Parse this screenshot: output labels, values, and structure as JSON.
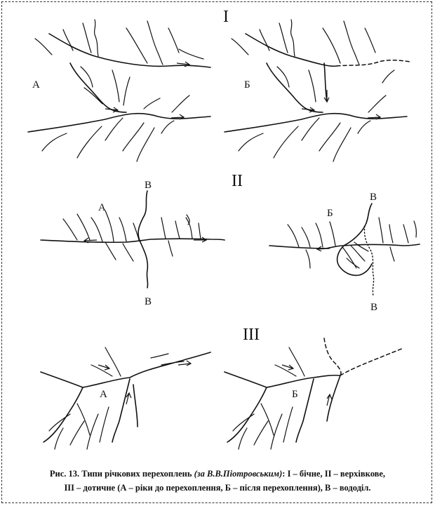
{
  "figure": {
    "panels": [
      {
        "roman": "I",
        "left_label": "А",
        "right_label": "Б"
      },
      {
        "roman": "II",
        "left_label": "А",
        "right_label": "Б",
        "watershed_label": "В"
      },
      {
        "roman": "III",
        "left_label": "А",
        "right_label": "Б"
      }
    ],
    "caption": {
      "prefix": "Рис. 13. Типи річкових перехоплень ",
      "source": "(за В.В.Піотровським)",
      "line1_rest": ": І – бічне, ІІ – верхівкове,",
      "line2": "ІІІ – дотичне (А – ріки до перехоплення, Б – після перехоплення), В – вододіл."
    }
  }
}
